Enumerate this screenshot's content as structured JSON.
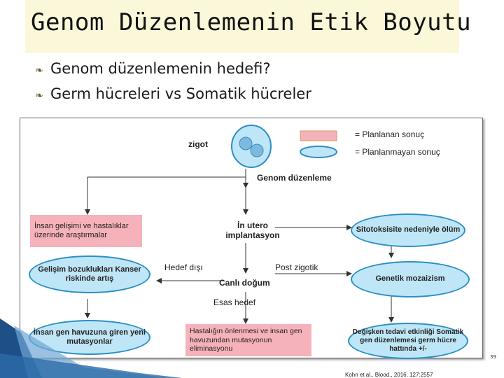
{
  "title": "Genom Düzenlemenin Etik Boyutu",
  "bullets": [
    "Genom düzenlemenin hedefi?",
    "Germ hücreleri vs Somatik hücreler"
  ],
  "diagram": {
    "zygote": "zigot",
    "legend": {
      "planned": "= Planlanan sonuç",
      "unplanned": "= Planlanmayan sonuç"
    },
    "genome_editing": "Genom düzenleme",
    "in_utero": "İn utero implantasyon",
    "live_birth": "Canlı doğum",
    "off_target": "Hedef dışı",
    "post_zygotic": "Post zigotik",
    "on_target": "Esas hedef",
    "research": "İnsan gelişimi ve hastalıklar üzerinde araştırmalar",
    "cytotoxicity": "Sitotoksisite nedeniyle ölüm",
    "dev_disorders": "Gelişim bozuklukları Kanser riskinde artış",
    "mosaicism": "Genetik mozaizism",
    "gene_pool_mutations": "İnsan gen havuzuna giren yeni mutasyonlar",
    "disease_elimination": "Hastalığın önlenmesi ve insan gen havuzundan mutasyonun eliminasyonu",
    "variable_efficacy": "Değişken tedavi etkinliği Somatik gen düzenlemesi germ hücre hattında +/-"
  },
  "slide_number": "39",
  "citation": "Kohn et al., Blood., 2016, 127:2557",
  "colors": {
    "title_band": "#fbf8d9",
    "ellipse_fill": "#bfe6f6",
    "ellipse_stroke": "#2c8fc6",
    "planned_fill": "#f6b2ba"
  }
}
